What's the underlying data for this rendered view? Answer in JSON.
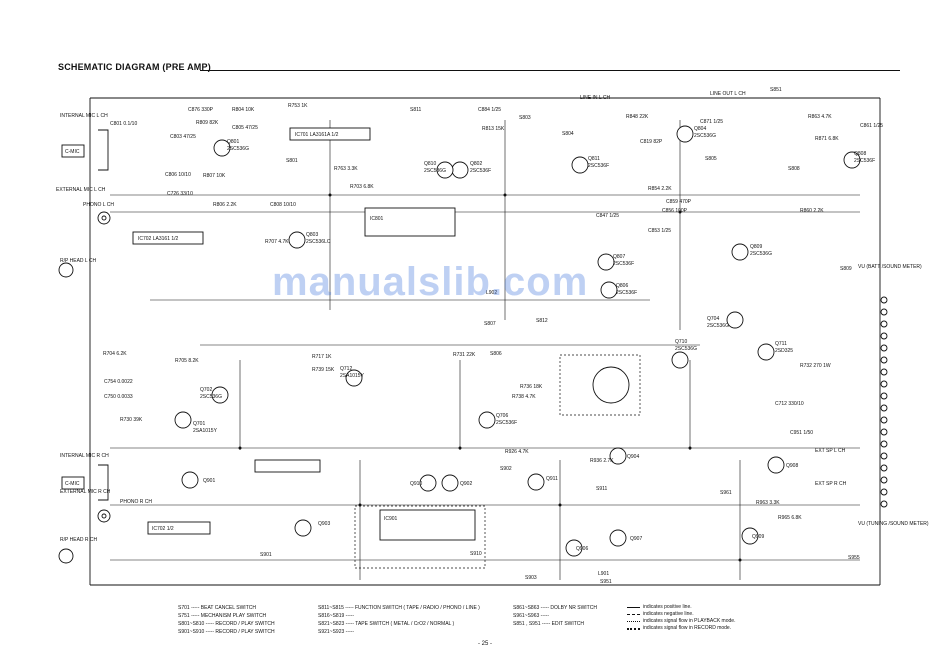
{
  "page": {
    "title": "SCHEMATIC DIAGRAM (PRE AMP)",
    "page_number": "- 25 -",
    "watermark": "manualslib.com"
  },
  "inputs": {
    "internal_mic_l": "INTERNAL MIC L CH",
    "c_mic_top": "C-MIC",
    "external_mic_l": "EXTERNAL MIC L CH",
    "phono_l": "PHONO L CH",
    "rp_head_l": "R/P HEAD L CH",
    "internal_mic_r": "INTERNAL MIC R CH",
    "c_mic_bottom": "C-MIC",
    "external_mic_r": "EXTERNAL MIC R CH",
    "phono_r": "PHONO R CH",
    "rp_head_r": "R/P HEAD R CH"
  },
  "outputs": {
    "line_in_l": "LINE IN L CH",
    "line_out_l": "LINE OUT L CH",
    "vu_l": "VU (BATT /SOUND METER)",
    "ext_sp_l": "EXT SP L CH",
    "ext_sp_r": "EXT SP R CH",
    "vu_r": "VU (TUNING /SOUND METER)"
  },
  "ics": [
    "IC701 LA3161A 1/2",
    "IC702 LA3161 1/2",
    "IC801",
    "IC702 1/2",
    "IC901"
  ],
  "transistors": [
    {
      "ref": "Q801",
      "type": "2SC536G"
    },
    {
      "ref": "Q802",
      "type": "2SC536F"
    },
    {
      "ref": "Q803",
      "type": "2SC536LC"
    },
    {
      "ref": "Q804",
      "type": "2SC536G"
    },
    {
      "ref": "Q806",
      "type": "2SC536F"
    },
    {
      "ref": "Q807",
      "type": "2SC536F"
    },
    {
      "ref": "Q808",
      "type": "2SC536F"
    },
    {
      "ref": "Q809",
      "type": "2SC536G"
    },
    {
      "ref": "Q810",
      "type": "2SC536G"
    },
    {
      "ref": "Q811",
      "type": "2SC536F"
    },
    {
      "ref": "Q701",
      "type": "2SA1015Y"
    },
    {
      "ref": "Q702",
      "type": "2SC536G"
    },
    {
      "ref": "Q704",
      "type": "2SC536G"
    },
    {
      "ref": "Q706",
      "type": "2SC536F"
    },
    {
      "ref": "Q710",
      "type": "2SC536G"
    },
    {
      "ref": "Q711",
      "type": "2SD325"
    },
    {
      "ref": "Q712",
      "type": "2SA1015Y"
    },
    {
      "ref": "Q901",
      "type": ""
    },
    {
      "ref": "Q902",
      "type": ""
    },
    {
      "ref": "Q903",
      "type": ""
    },
    {
      "ref": "Q904",
      "type": ""
    },
    {
      "ref": "Q906",
      "type": ""
    },
    {
      "ref": "Q907",
      "type": ""
    },
    {
      "ref": "Q908",
      "type": ""
    },
    {
      "ref": "Q909",
      "type": ""
    },
    {
      "ref": "Q910",
      "type": ""
    },
    {
      "ref": "Q911",
      "type": ""
    }
  ],
  "components": [
    "R804 10K",
    "R753 1K",
    "C876 330P",
    "R809 82K",
    "C803 47/25",
    "C801 0.1/10",
    "R807 10K",
    "C805 47/25",
    "C806 10/10",
    "C808 10/10",
    "R806 2.2K",
    "C726 33/10",
    "R703 6.8K",
    "R707 4.7K",
    "R763 3.3K",
    "C884 1/25",
    "R813 15K",
    "C871 1/25",
    "C819 82P",
    "R854 2.2K",
    "R848 22K",
    "C853 1/25",
    "C847 1/25",
    "C859 470P",
    "C856 100P",
    "R860 2.2K",
    "R863 4.7K",
    "C861 1/25",
    "R871 6.8K",
    "R704 6.2K",
    "C754 0.0022",
    "C750 0.0033",
    "R730 39K",
    "R732 270 1W",
    "C712 330/10",
    "R705 8.2K",
    "R717 1K",
    "R739 15K",
    "R731 22K",
    "R736 18K",
    "R738 4.7K",
    "R926 4.7K",
    "R936 2.7K",
    "C951 1/50",
    "R963 3.3K",
    "R965 6.8K",
    "L901",
    "L902"
  ],
  "switches": [
    "S811",
    "S801",
    "S803",
    "S804",
    "S805",
    "S806",
    "S807",
    "S808",
    "S809",
    "S812",
    "S851",
    "S901",
    "S902",
    "S903",
    "S910",
    "S911",
    "S951",
    "S955",
    "S961"
  ],
  "legend_switches": [
    [
      "S701 ----- BEAT CANCEL SWITCH",
      "S751 ----- MECHANISM PLAY SWITCH",
      "S801~S810 ----- RECORD / PLAY SWITCH",
      "S901~S910 ----- RECORD / PLAY SWITCH"
    ],
    [
      "S811~S815 ----- FUNCTION SWITCH ( TAPE / RADIO / PHONO / LINE )",
      "S816~S819 ----- ",
      "S821~S823 ----- TAPE SWITCH ( METAL / CrO2 / NORMAL )",
      "S921~S923 ----- "
    ],
    [
      "S861~S863 ----- DOLBY NR SWITCH",
      "S961~S963 ----- ",
      "S851 , S951 ----- EDIT SWITCH"
    ]
  ],
  "legend_key": [
    "indicates positive line.",
    "indicates negative line.",
    "indicates signal flow in PLAYBACK mode.",
    "indicates signal flow in RECORD mode."
  ]
}
